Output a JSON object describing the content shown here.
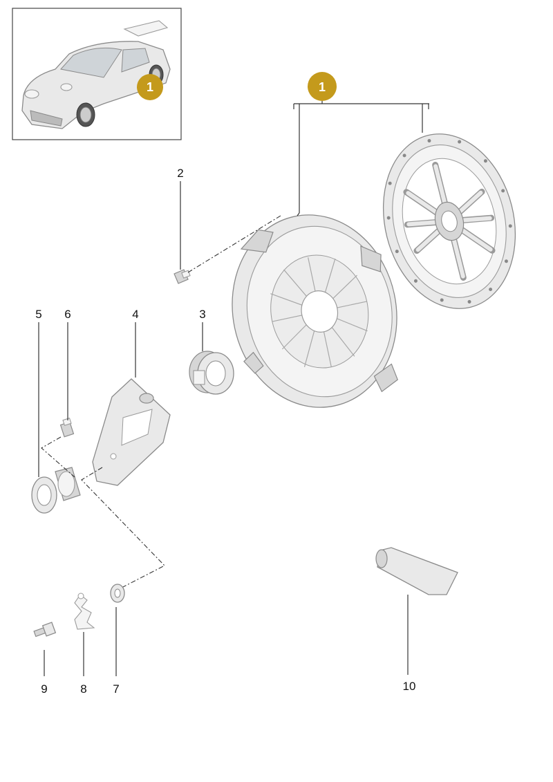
{
  "colors": {
    "badge": "#c49a1c",
    "line": "#333333",
    "part": "#e9e9e9"
  },
  "inset": {
    "badge": "1"
  },
  "main_badge": "1",
  "callouts": {
    "n2": "2",
    "n3": "3",
    "n4": "4",
    "n5": "5",
    "n6": "6",
    "n7": "7",
    "n8": "8",
    "n9": "9",
    "n10": "10"
  },
  "icons": [
    "car-icon",
    "clutch-disc-icon",
    "pressure-plate-icon",
    "bolt-icon",
    "release-bearing-icon",
    "release-fork-icon",
    "guide-tube-icon",
    "washer-icon",
    "clip-icon",
    "grease-tube-icon"
  ]
}
